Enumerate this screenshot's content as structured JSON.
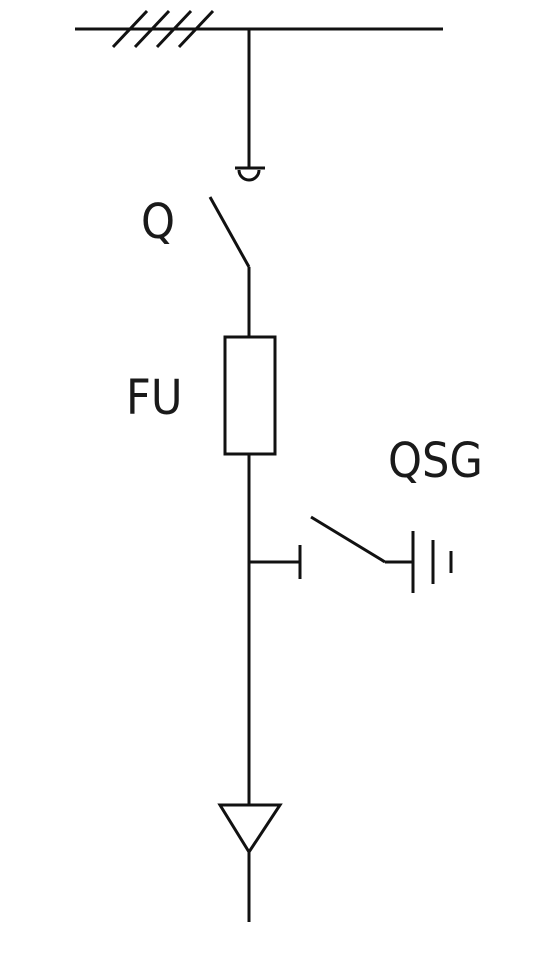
{
  "diagram": {
    "type": "single-line electrical diagram",
    "labels": {
      "switch": "Q",
      "fuse": "FU",
      "earthing_switch": "QSG"
    },
    "components": [
      {
        "id": "busbar",
        "kind": "busbar"
      },
      {
        "id": "switch",
        "kind": "disconnector"
      },
      {
        "id": "fuse",
        "kind": "fuse"
      },
      {
        "id": "earthing_switch",
        "kind": "earthing switch"
      },
      {
        "id": "cable_end",
        "kind": "cable termination"
      }
    ],
    "colors": {
      "line": "#111111",
      "text": "#1a1a1a",
      "background": "#ffffff"
    }
  }
}
